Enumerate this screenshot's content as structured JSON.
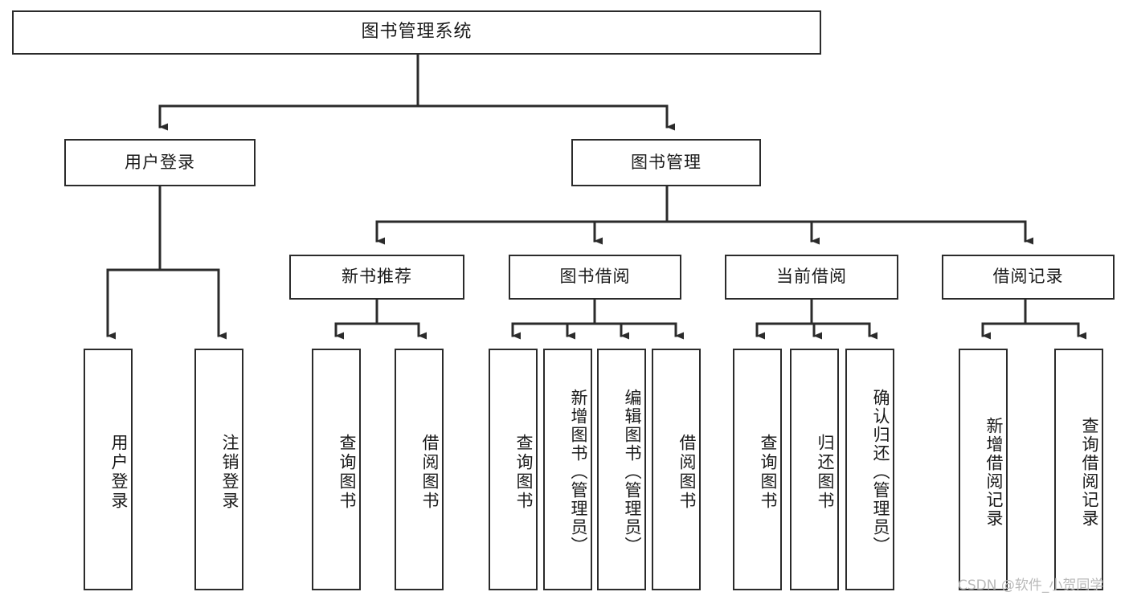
{
  "diagram": {
    "type": "tree-hierarchy",
    "title": "图书管理系统",
    "watermark": "CSDN @软件_小贺同学",
    "colors": {
      "box_border": "#2b2b2b",
      "box_fill": "#ffffff",
      "connector": "#2b2b2b",
      "text": "#1a1a1a",
      "watermark": "#b9b9b9",
      "background": "#ffffff"
    },
    "root": {
      "label": "图书管理系统"
    },
    "level2": [
      {
        "id": "user-login",
        "label": "用户登录"
      },
      {
        "id": "book-manage",
        "label": "图书管理"
      }
    ],
    "level3": [
      {
        "id": "new-book-recommend",
        "label": "新书推荐"
      },
      {
        "id": "book-borrow",
        "label": "图书借阅"
      },
      {
        "id": "current-borrow",
        "label": "当前借阅"
      },
      {
        "id": "borrow-record",
        "label": "借阅记录"
      }
    ],
    "leaves": {
      "user_login": [
        {
          "id": "leaf-user-login",
          "label": "用户登录"
        },
        {
          "id": "leaf-logout-login",
          "label": "注销登录"
        }
      ],
      "new_book_recommend": [
        {
          "id": "leaf-query-book-1",
          "label": "查询图书"
        },
        {
          "id": "leaf-borrow-book-1",
          "label": "借阅图书"
        }
      ],
      "book_borrow": [
        {
          "id": "leaf-query-book-2",
          "label": "查询图书"
        },
        {
          "id": "leaf-add-book",
          "label": "新增图书（管理员）"
        },
        {
          "id": "leaf-edit-book",
          "label": "编辑图书（管理员）"
        },
        {
          "id": "leaf-borrow-book-2",
          "label": "借阅图书"
        }
      ],
      "current_borrow": [
        {
          "id": "leaf-query-book-3",
          "label": "查询图书"
        },
        {
          "id": "leaf-return-book",
          "label": "归还图书"
        },
        {
          "id": "leaf-confirm-return",
          "label": "确认归还（管理员）"
        }
      ],
      "borrow_record": [
        {
          "id": "leaf-add-record",
          "label": "新增借阅记录"
        },
        {
          "id": "leaf-query-record",
          "label": "查询借阅记录"
        }
      ]
    }
  }
}
